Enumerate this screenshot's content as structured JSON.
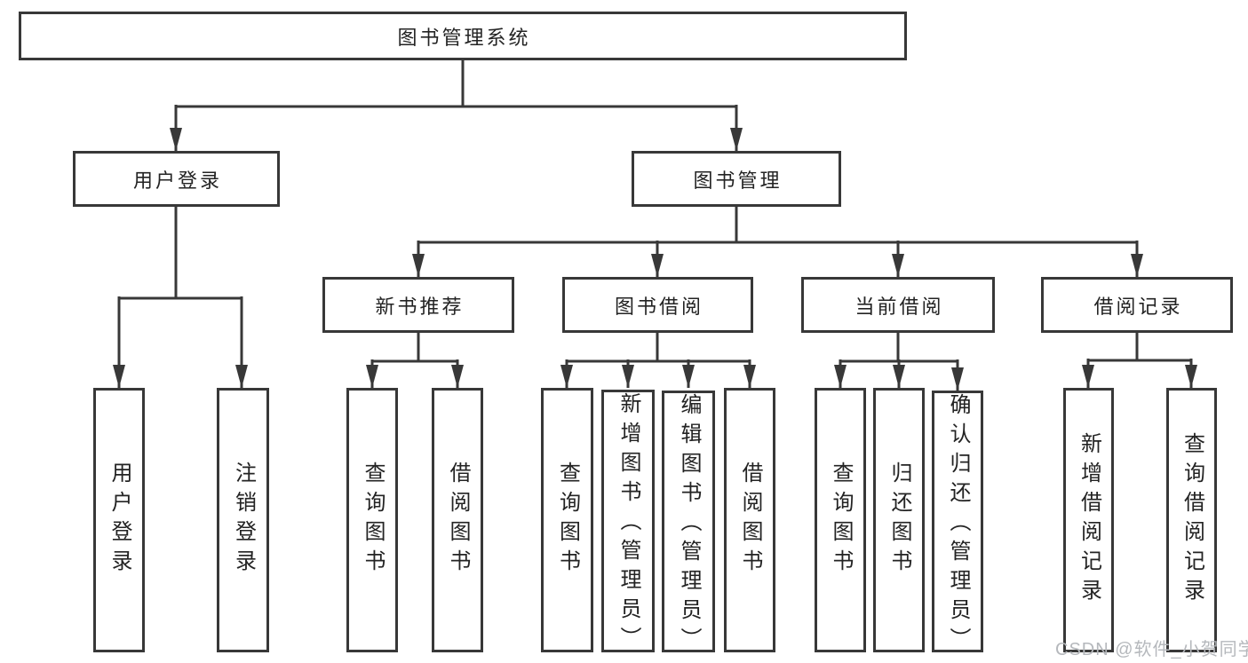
{
  "nodes": {
    "root": "图书管理系统",
    "user_login": "用户登录",
    "book_mgmt": "图书管理",
    "new_book_rec": "新书推荐",
    "book_borrow": "图书借阅",
    "current_borrow": "当前借阅",
    "borrow_record": "借阅记录",
    "leaf_user_login": "用户登录",
    "leaf_logout": "注销登录",
    "leaf_nb_query": "查询图书",
    "leaf_nb_borrow": "借阅图书",
    "leaf_bb_query": "查询图书",
    "leaf_bb_add": "新增图书（管理员）",
    "leaf_bb_edit": "编辑图书（管理员）",
    "leaf_bb_borrow": "借阅图书",
    "leaf_cb_query": "查询图书",
    "leaf_cb_return": "归还图书",
    "leaf_cb_confirm": "确认归还（管理员）",
    "leaf_br_add": "新增借阅记录",
    "leaf_br_query": "查询借阅记录"
  },
  "colors": {
    "line": "#383838",
    "text": "#232323",
    "watermark": "#b5b8bc"
  },
  "watermark": "CSDN @软件_小贺同学"
}
